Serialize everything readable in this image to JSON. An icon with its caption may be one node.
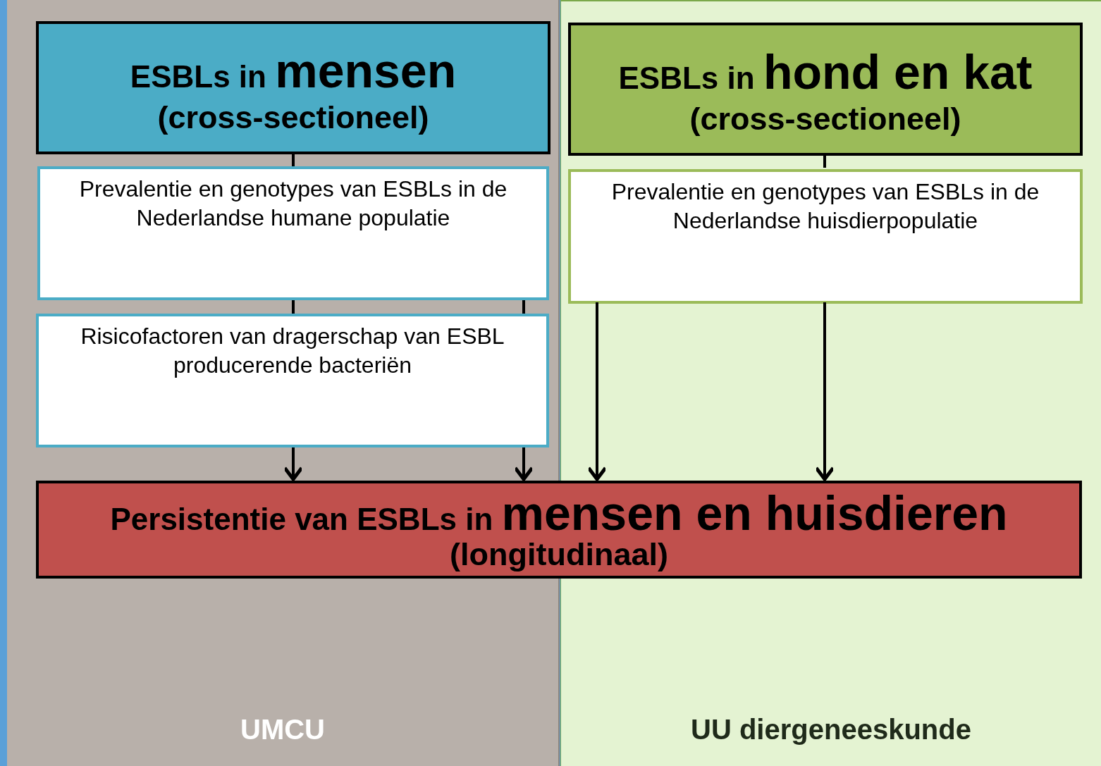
{
  "diagram": {
    "nodes": [
      {
        "text": [
          "UMCU"
        ]
      },
      {
        "text": [
          "ESBLs in **mensen**",
          "(cross-sectioneel)"
        ],
        "in": 0
      },
      {
        "text": [
          "Prevalentie en genotypes van ESBLs in de Nederlandse humane populatie"
        ],
        "in": 0
      },
      {
        "text": [
          "Risicofactoren van dragerschap van ESBL producerende bacteriën"
        ],
        "in": 0
      },
      {
        "text": [
          "UU diergeneeskunde"
        ]
      },
      {
        "text": [
          "ESBLs in **hond en kat**",
          "(cross-sectioneel)"
        ],
        "in": 4
      },
      {
        "text": [
          "Prevalentie en genotypes van ESBLs in de Nederlandse huisdierpopulatie"
        ],
        "in": 4
      },
      {
        "text": [
          "Persistentie van ESBLs in **mensen en huisdieren**",
          "(longitudinaal)"
        ]
      }
    ],
    "edges": [
      {
        "from": 1,
        "to": 2,
        "arrow": "none"
      },
      {
        "from": 2,
        "to": 3,
        "arrow": "none"
      },
      {
        "from": 2,
        "to": 3,
        "arrow": "none"
      },
      {
        "from": 3,
        "to": 7,
        "arrow": "to"
      },
      {
        "from": 3,
        "to": 7,
        "arrow": "to"
      },
      {
        "from": 5,
        "to": 6,
        "arrow": "none"
      },
      {
        "from": 6,
        "to": 7,
        "arrow": "to"
      },
      {
        "from": 6,
        "to": 7,
        "arrow": "to"
      }
    ]
  }
}
